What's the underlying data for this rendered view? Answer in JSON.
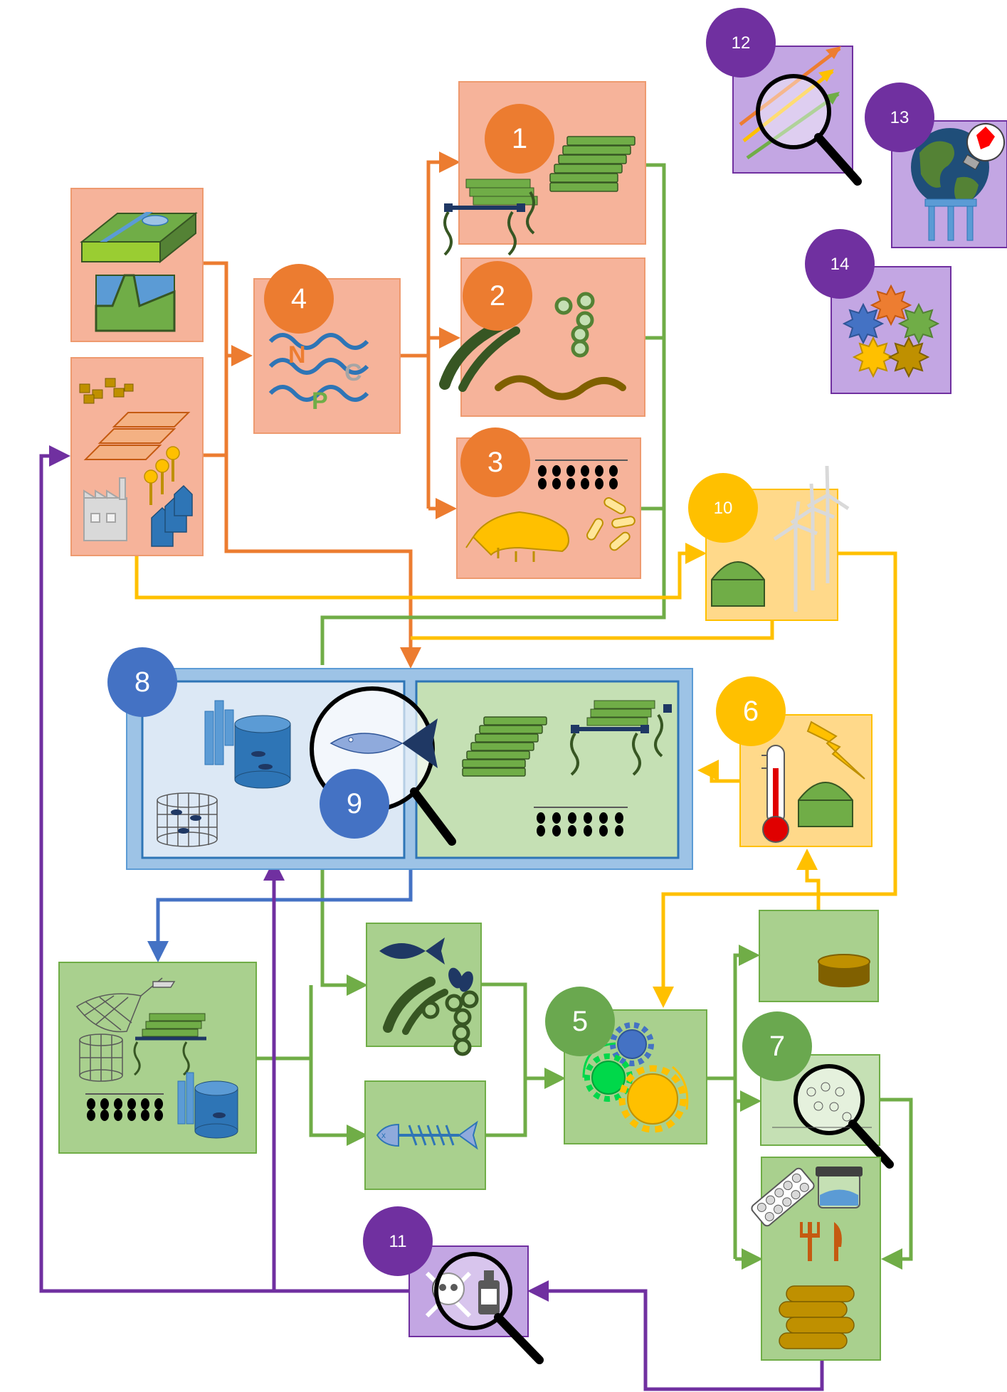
{
  "colors": {
    "orange_box": "#f6b39a",
    "orange_border": "#ee9a6f",
    "orange_line": "#ec7c30",
    "green_box": "#a9d08e",
    "green_light": "#c5e0b4",
    "green_line": "#70ad47",
    "blue_box": "#9dc3e6",
    "blue_light": "#dce8f5",
    "blue_line": "#4472c4",
    "yellow_box": "#ffd98a",
    "yellow_line": "#ffc000",
    "purple_box": "#c3a6e3",
    "purple_line": "#7030a0",
    "dark_blue": "#1f3864",
    "dark_green": "#375623"
  },
  "nodes": {
    "n1": "1",
    "n2": "2",
    "n3": "3",
    "n4": "4",
    "n5": "5",
    "n6": "6",
    "n7": "7",
    "n8": "8",
    "n9": "9",
    "n10": "10",
    "n11": "11",
    "n12": "12",
    "n13": "13",
    "n14": "14"
  },
  "nutrients": {
    "n": "N",
    "c": "C",
    "p": "P"
  },
  "icons": [
    "landscape-icon",
    "coastline-icon",
    "settlements-icon",
    "farmland-icon",
    "people-icon",
    "factory-icon",
    "houses-icon",
    "nutrient-waves-icon",
    "seaweed-raft-icon",
    "seaweed-stack-icon",
    "kelp-icon",
    "microalgae-icon",
    "shellfish-line-icon",
    "shrimp-icon",
    "bacteria-icon",
    "windmill-icon",
    "digester-dome-icon",
    "thermometer-icon",
    "lightning-icon",
    "tank-icon",
    "fish-cage-icon",
    "fish-magnifier-icon",
    "fishing-net-icon",
    "fish-icon",
    "mussel-icon",
    "fish-skeleton-icon",
    "gears-icon",
    "sediment-dish-icon",
    "microscope-magnifier-icon",
    "pills-icon",
    "jar-icon",
    "fork-knife-icon",
    "sausages-icon",
    "skull-icon",
    "poison-bottle-icon",
    "trend-arrows-icon",
    "globe-icon",
    "lightbulb-icon",
    "starbursts-icon"
  ]
}
